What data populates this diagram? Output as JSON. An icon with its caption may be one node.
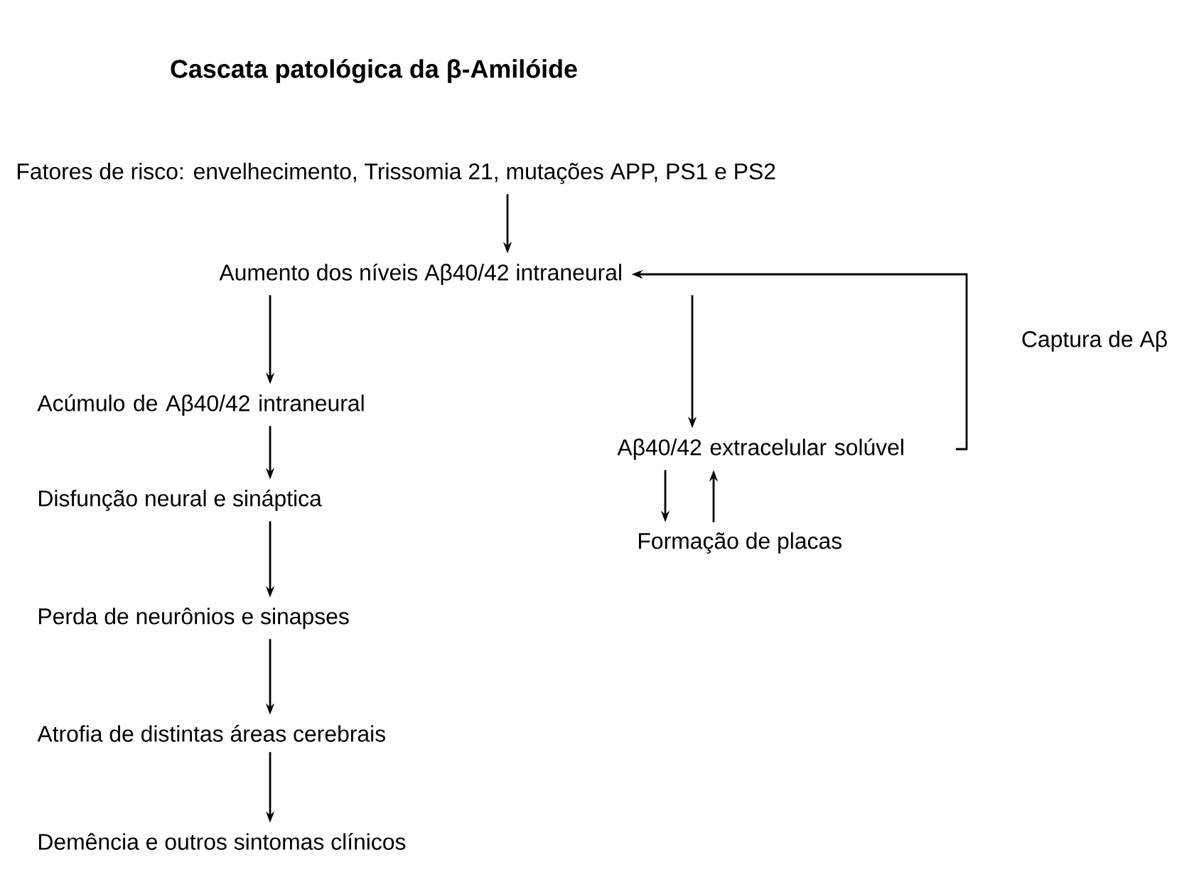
{
  "diagram": {
    "title": "Cascata patológica da β-Amilóide",
    "nodes": [
      {
        "text": [
          "Fatores de risco: envelhecimento, Trissomia 21, mutações APP, PS1 e PS2"
        ]
      },
      {
        "text": [
          "Aumento dos níveis Aβ40/42 intraneural"
        ]
      },
      {
        "text": [
          "Acúmulo de Aβ40/42 intraneural"
        ]
      },
      {
        "text": [
          "Aβ40/42 extracelular solúvel"
        ]
      },
      {
        "text": [
          "Formação de placas"
        ]
      },
      {
        "text": [
          "Disfunção neural e sináptica"
        ]
      },
      {
        "text": [
          "Perda de neurônios e sinapses"
        ]
      },
      {
        "text": [
          "Atrofia de distintas áreas cerebrais"
        ]
      },
      {
        "text": [
          "Demência e outros sintomas clínicos"
        ]
      }
    ],
    "edges": [
      {
        "from": 0,
        "to": 1,
        "arrow": "to"
      },
      {
        "from": 1,
        "to": 2,
        "arrow": "to"
      },
      {
        "from": 1,
        "to": 3,
        "arrow": "to"
      },
      {
        "from": 3,
        "to": 4,
        "arrow": "to"
      },
      {
        "from": 4,
        "to": 3,
        "arrow": "to"
      },
      {
        "from": 3,
        "to": 1,
        "arrow": "to",
        "label": "Captura de Aβ"
      },
      {
        "from": 2,
        "to": 5,
        "arrow": "to"
      },
      {
        "from": 5,
        "to": 6,
        "arrow": "to"
      },
      {
        "from": 6,
        "to": 7,
        "arrow": "to"
      },
      {
        "from": 7,
        "to": 8,
        "arrow": "to"
      }
    ]
  }
}
